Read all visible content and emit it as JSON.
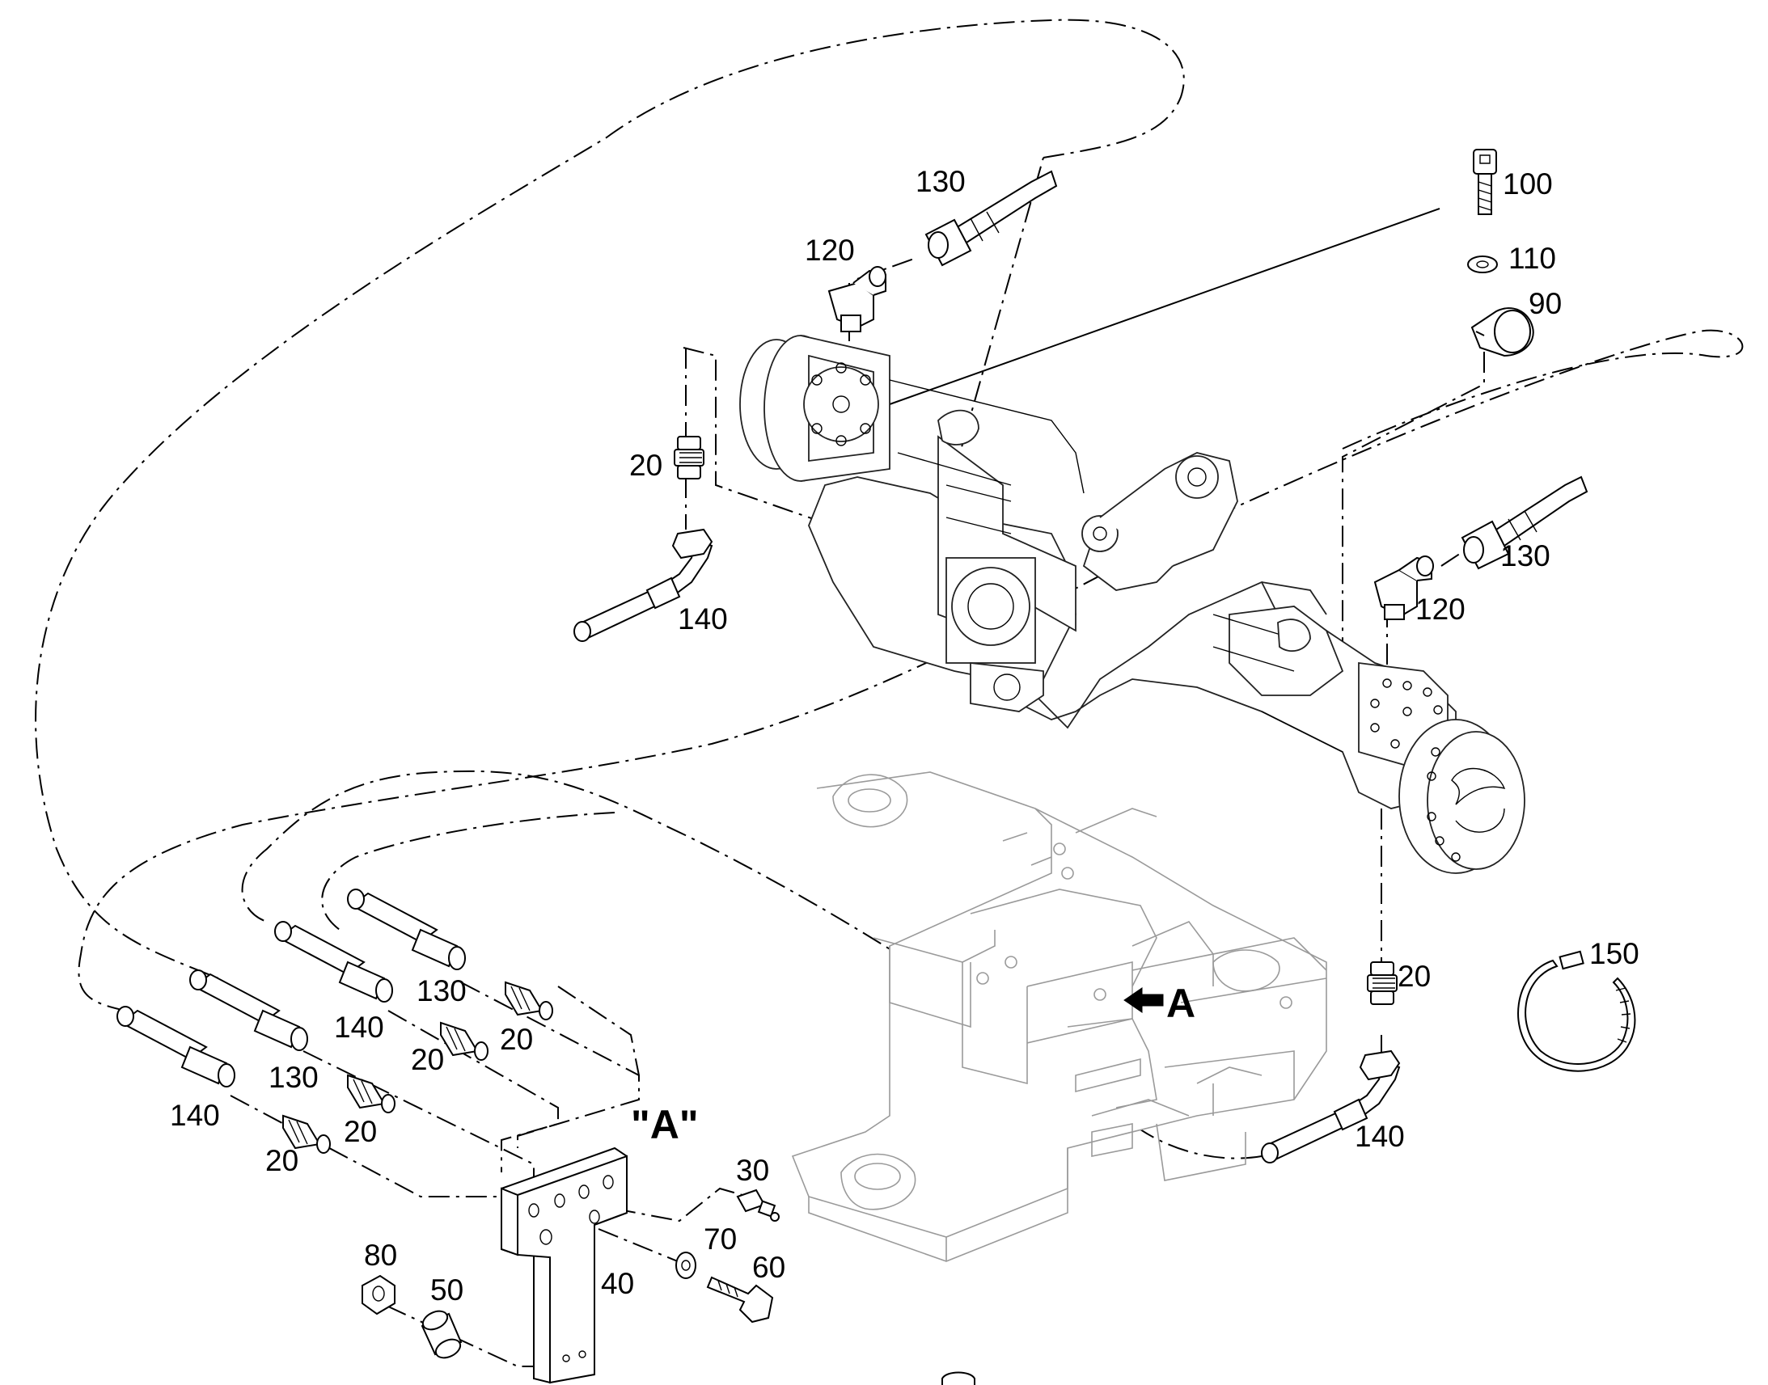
{
  "diagram": {
    "view_label": "\"A\"",
    "arrow_label": "A",
    "part_numbers": {
      "p20": "20",
      "p30": "30",
      "p40": "40",
      "p50": "50",
      "p60": "60",
      "p70": "70",
      "p80": "80",
      "p90": "90",
      "p100": "100",
      "p110": "110",
      "p120": "120",
      "p130": "130",
      "p140": "140",
      "p150": "150"
    }
  }
}
